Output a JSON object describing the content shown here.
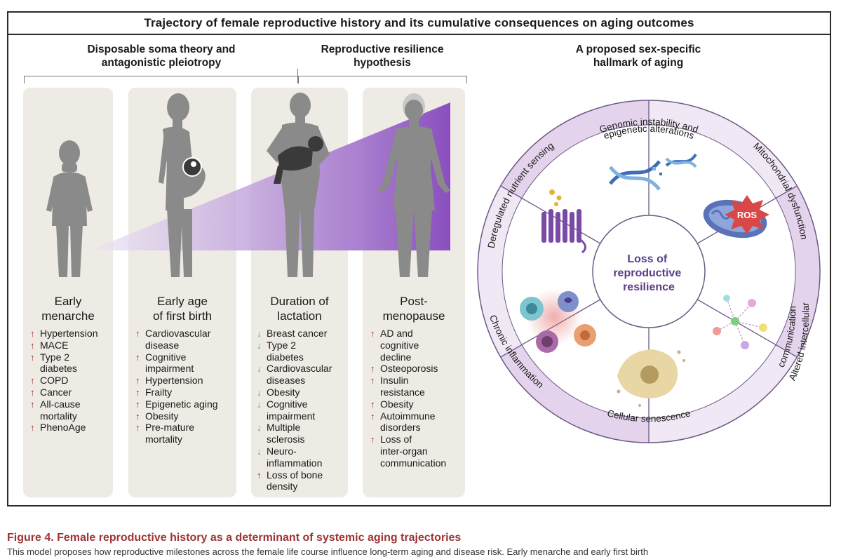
{
  "title": "Trajectory of female reproductive history and its cumulative consequences on aging outcomes",
  "headings": {
    "disposable": [
      "Disposable soma theory and",
      "antagonistic pleiotropy"
    ],
    "resilience": [
      "Reproductive resilience",
      "hypothesis"
    ],
    "hallmark": [
      "A proposed sex-specific",
      "hallmark of aging"
    ]
  },
  "stages": [
    {
      "title": [
        "Early",
        "menarche"
      ],
      "items": [
        {
          "dir": "up",
          "lines": [
            "Hypertension"
          ]
        },
        {
          "dir": "up",
          "lines": [
            "MACE"
          ]
        },
        {
          "dir": "up",
          "lines": [
            "Type 2",
            "diabetes"
          ]
        },
        {
          "dir": "up",
          "lines": [
            "COPD"
          ]
        },
        {
          "dir": "up",
          "lines": [
            "Cancer"
          ]
        },
        {
          "dir": "up",
          "lines": [
            "All-cause",
            "mortality"
          ]
        },
        {
          "dir": "up",
          "lines": [
            "PhenoAge"
          ]
        }
      ]
    },
    {
      "title": [
        "Early age",
        "of first birth"
      ],
      "items": [
        {
          "dir": "up",
          "lines": [
            "Cardiovascular",
            "disease"
          ]
        },
        {
          "dir": "up",
          "lines": [
            "Cognitive",
            "impairment"
          ]
        },
        {
          "dir": "up",
          "lines": [
            "Hypertension"
          ]
        },
        {
          "dir": "up",
          "lines": [
            "Frailty"
          ]
        },
        {
          "dir": "up",
          "lines": [
            "Epigenetic aging"
          ]
        },
        {
          "dir": "up",
          "lines": [
            "Obesity"
          ]
        },
        {
          "dir": "up",
          "lines": [
            "Pre-mature",
            "mortality"
          ]
        }
      ]
    },
    {
      "title": [
        "Duration of",
        "lactation"
      ],
      "items": [
        {
          "dir": "down",
          "lines": [
            "Breast cancer"
          ]
        },
        {
          "dir": "down",
          "lines": [
            "Type 2",
            "diabetes"
          ]
        },
        {
          "dir": "down",
          "lines": [
            "Cardiovascular",
            "diseases"
          ]
        },
        {
          "dir": "down",
          "lines": [
            "Obesity"
          ]
        },
        {
          "dir": "down",
          "lines": [
            "Cognitive",
            "impairment"
          ]
        },
        {
          "dir": "down",
          "lines": [
            "Multiple",
            "sclerosis"
          ]
        },
        {
          "dir": "down",
          "lines": [
            "Neuro-",
            "inflammation"
          ]
        },
        {
          "dir": "up",
          "lines": [
            "Loss of bone",
            "density"
          ]
        }
      ]
    },
    {
      "title": [
        "Post-",
        "menopause"
      ],
      "items": [
        {
          "dir": "up",
          "lines": [
            "AD and",
            "cognitive",
            "decline"
          ]
        },
        {
          "dir": "up",
          "lines": [
            "Osteoporosis"
          ]
        },
        {
          "dir": "up",
          "lines": [
            "Insulin",
            "resistance"
          ]
        },
        {
          "dir": "up",
          "lines": [
            "Obesity"
          ]
        },
        {
          "dir": "up",
          "lines": [
            "Autoimmune",
            "disorders"
          ]
        },
        {
          "dir": "up",
          "lines": [
            "Loss of",
            "inter-organ",
            "communication"
          ]
        }
      ]
    }
  ],
  "wheel": {
    "center": [
      "Loss of",
      "reproductive",
      "resilience"
    ],
    "segments": [
      "Genomic instability and",
      "epigenetic alterations",
      "Mitochondrial dysfunction",
      "Altered intercellular",
      "communication",
      "Cellular senescence",
      "Chronic inflammation",
      "Deregulated nutrient sensing"
    ],
    "ros_label": "ROS"
  },
  "caption": {
    "title": "Figure 4.  Female reproductive history as a determinant of systemic aging trajectories",
    "text": "This model proposes how reproductive milestones across the female life course influence long-term aging and disease risk. Early menarche and early first birth"
  },
  "colors": {
    "panel": "#eeeae4",
    "figure": "#8a8a8a",
    "gradient_start": "#ede6f5",
    "gradient_end": "#8a4fbf",
    "wheel_band": "#e4d3ec",
    "wheel_center_text": "#5b3d86",
    "arrow_up": "#9b2b2b",
    "arrow_down": "#4aa391",
    "caption_title": "#9e3434"
  }
}
